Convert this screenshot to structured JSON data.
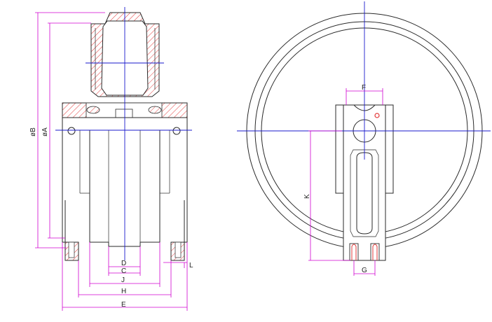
{
  "colors": {
    "outline": "#2a2a2a",
    "dimension": "#d000d0",
    "axis": "#1a1acc",
    "section_hatch": "#e23a3a",
    "background": "#ffffff"
  },
  "side_view": {
    "dimensions": {
      "phi_b": "øB",
      "phi_a": "øA",
      "d": "D",
      "c": "C",
      "j": "J",
      "h": "H",
      "e": "E",
      "l": "L"
    }
  },
  "front_view": {
    "dimensions": {
      "f": "F",
      "k": "K",
      "g": "G"
    }
  }
}
